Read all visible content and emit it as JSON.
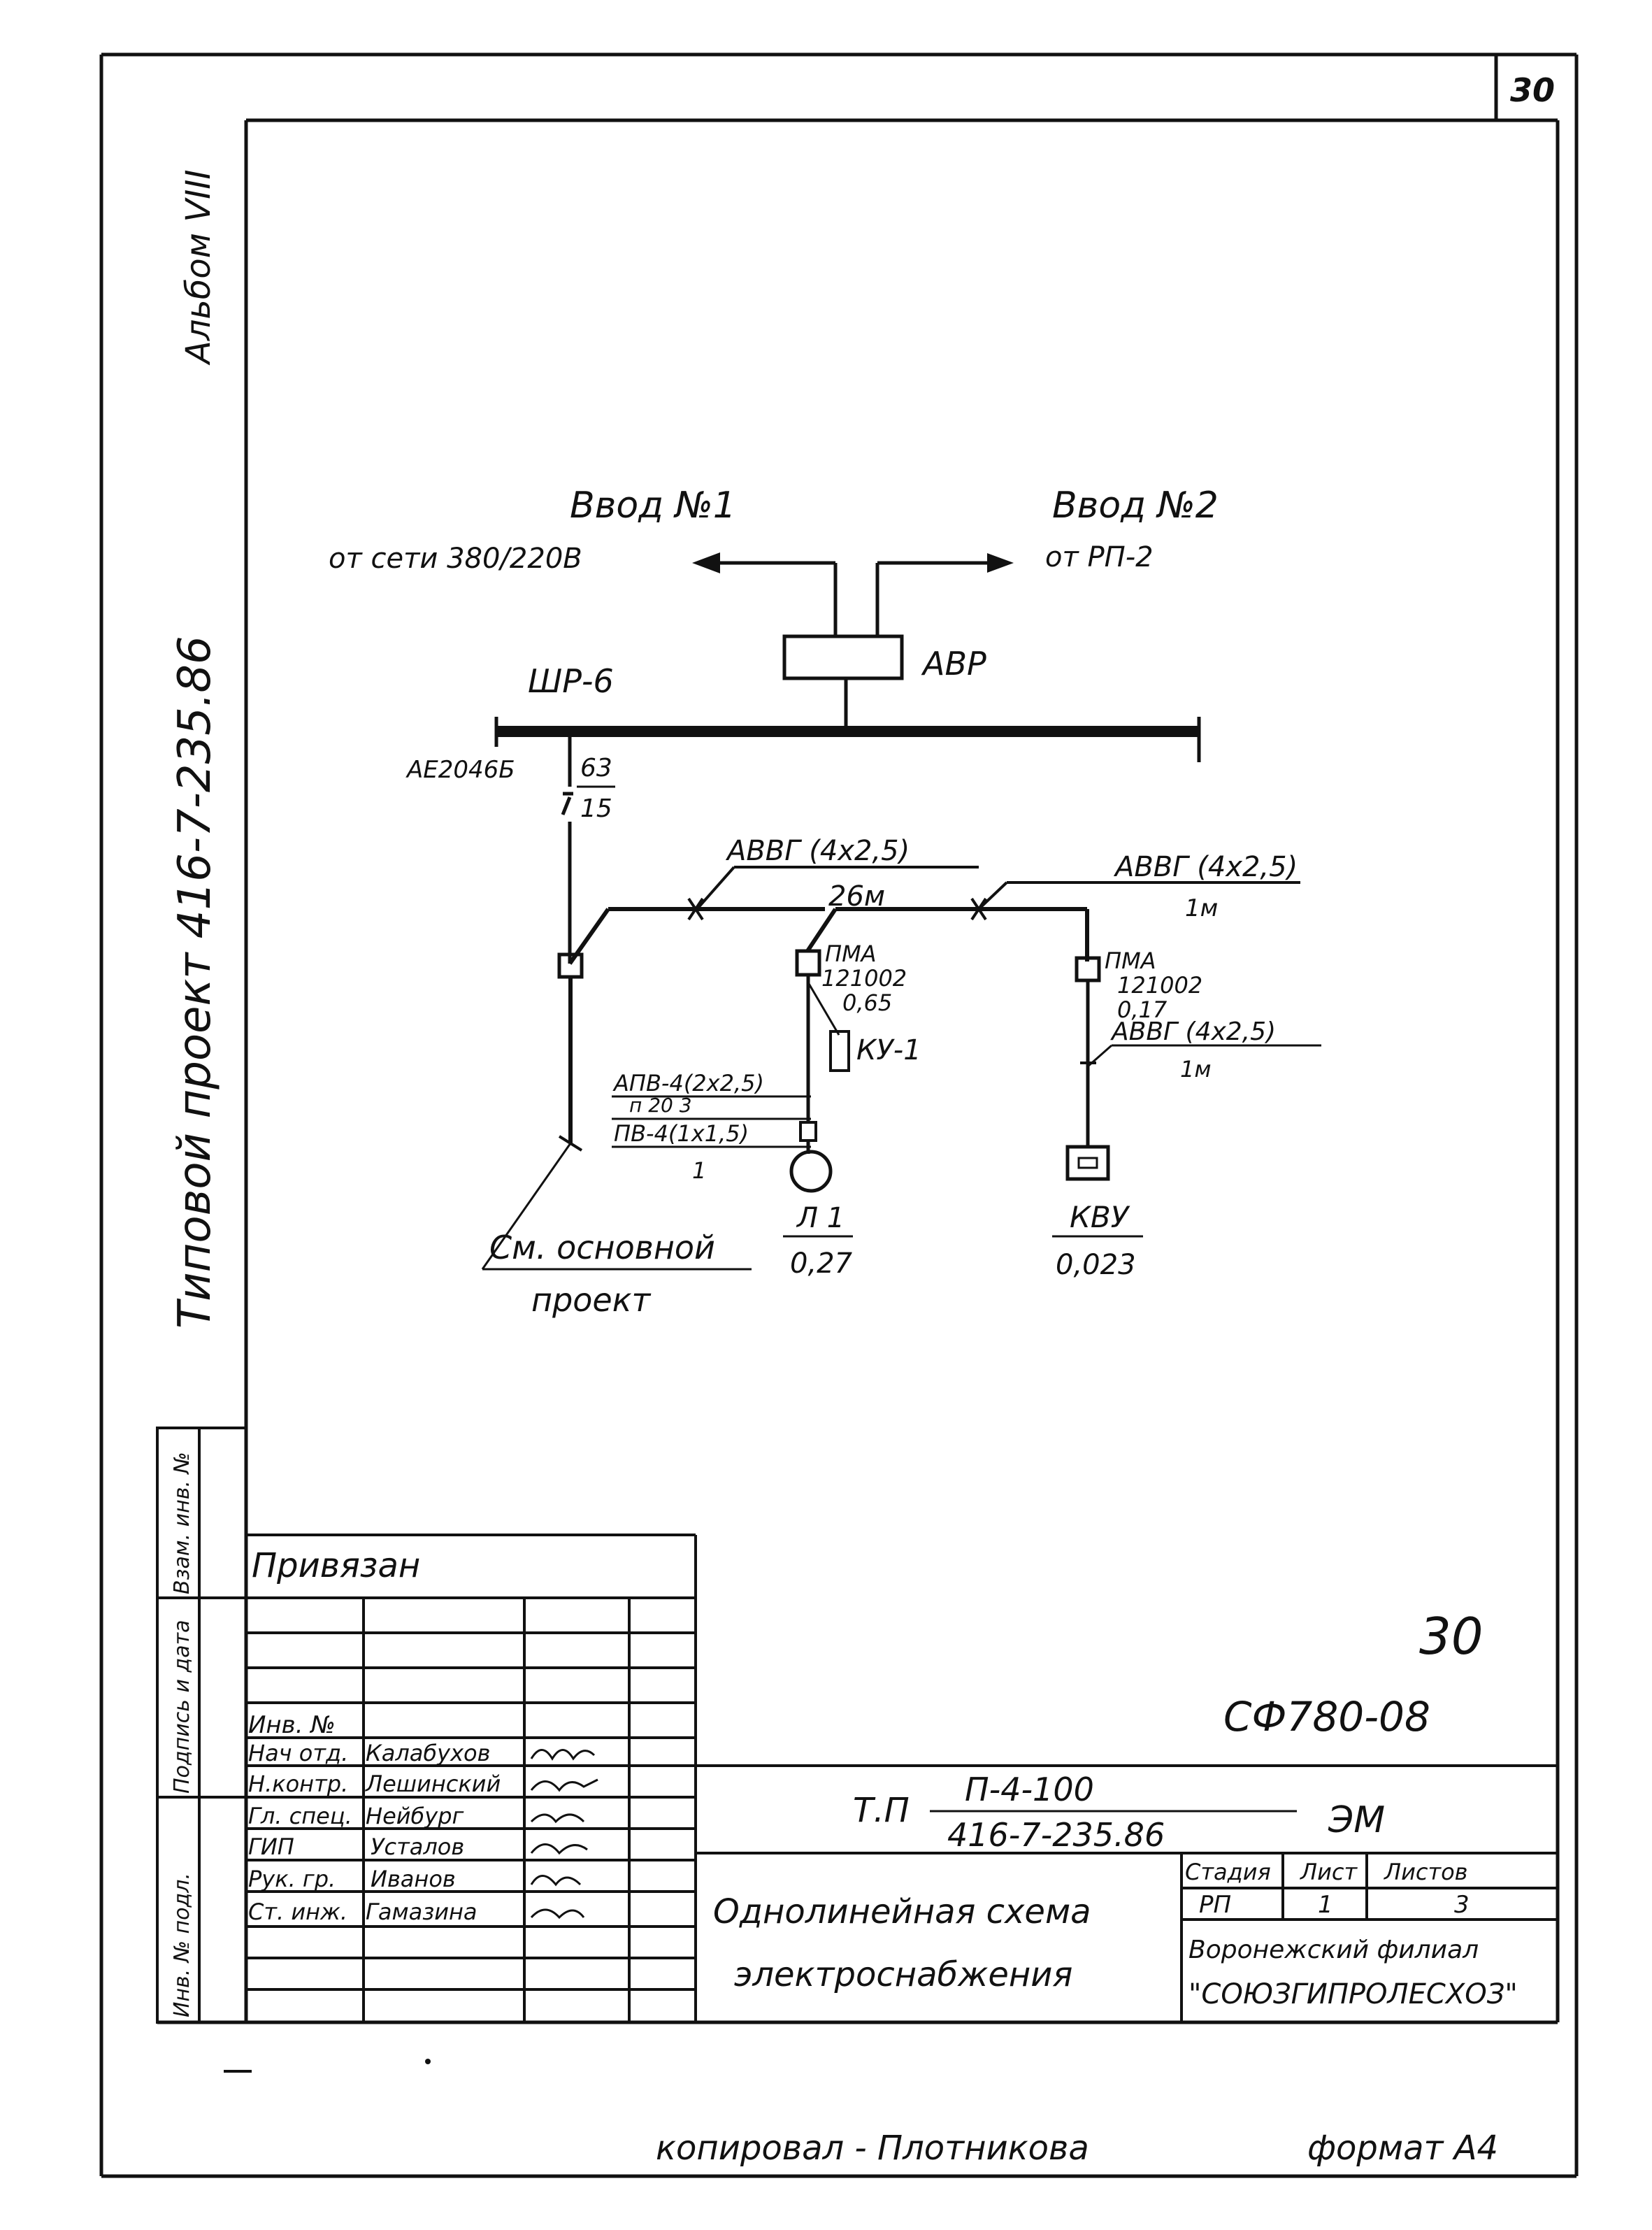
{
  "sheet": {
    "page_number": "30",
    "corner_number": "30",
    "format_note": "копировал - Плотникова",
    "format": "формат А4"
  },
  "side": {
    "album": "Альбом VIII",
    "project": "Типовой проект 416-7-235.86",
    "stamp_labels": [
      "Инв. № подл.",
      "Подпись и дата",
      "Взам. инв. №"
    ]
  },
  "diagram": {
    "input1_title": "Ввод №1",
    "input1_sub": "от сети 380/220В",
    "input2_title": "Ввод №2",
    "input2_sub": "от РП-2",
    "avr": "АВР",
    "bus": "ШР-6",
    "breaker": "АЕ2046Б",
    "breaker_num": "63",
    "breaker_den": "15",
    "cable1_top": "АВВГ (4х2,5)",
    "cable1_bot": "26м",
    "cable2_top": "АВВГ (4х2,5)",
    "cable2_bot": "1м",
    "starter1_l1": "ПМА",
    "starter1_l2": "121002",
    "starter1_l3": "0,65",
    "ku": "КУ-1",
    "starter2_l1": "ПМА",
    "starter2_l2": "121002",
    "starter2_l3": "0,17",
    "cable3_top": "АВВГ (4х2,5)",
    "cable3_bot": "1м",
    "apv_l1": "АПВ-4(2х2,5)",
    "apv_l2": "п 20 3",
    "apv_l3": "ПВ-4(1х1,5)",
    "apv_l4": "1",
    "lamp_top": "Л 1",
    "lamp_bot": "0,27",
    "kvu_top": "КВУ",
    "kvu_bot": "0,023",
    "see_l1": "См. основной",
    "see_l2": "проект"
  },
  "title_block": {
    "privyazan": "Привязан",
    "mark_30": "30",
    "code": "СФ780-08",
    "inv": "Инв. №",
    "roles": [
      "Нач отд.",
      "Н.контр.",
      "Гл. спец.",
      "ГИП",
      "Рук. гр.",
      "Ст. инж."
    ],
    "names": [
      "Калабухов",
      "Лешинский",
      "Нейбург",
      "Усталов",
      "Иванов",
      "Гамазина"
    ],
    "tp": "Т.П",
    "doc_top": "П-4-100",
    "doc_bot": "416-7-235.86",
    "mark": "ЭМ",
    "title_l1": "Однолинейная схема",
    "title_l2": "электроснабжения",
    "stage_label": "Стадия",
    "sheet_label": "Лист",
    "sheets_label": "Листов",
    "stage": "РП",
    "sheet": "1",
    "sheets": "3",
    "org_l1": "Воронежский филиал",
    "org_l2": "\"СОЮЗГИПРОЛЕСХОЗ\""
  }
}
